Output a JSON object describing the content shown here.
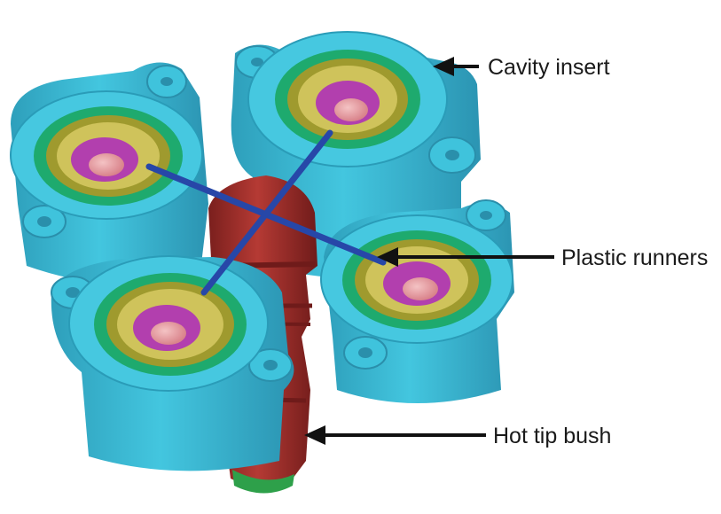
{
  "labels": {
    "cavity_insert": "Cavity insert",
    "plastic_runners": "Plastic runners",
    "hot_tip_bush": "Hot tip bush"
  },
  "colors": {
    "cavity_body": "#3fc3dc",
    "cavity_shadow": "#2b9fbb",
    "ring_green": "#1eaa6e",
    "ring_olive": "#9f9a2e",
    "ring_yellow": "#cfc35b",
    "ring_magenta": "#b23fae",
    "gate_pink": "#e7a1a5",
    "runner_blue": "#2747a8",
    "bush_red": "#a8322d",
    "bush_dark": "#7f211f",
    "bush_tip_green": "#2ea04a",
    "callout_line": "#111111"
  }
}
